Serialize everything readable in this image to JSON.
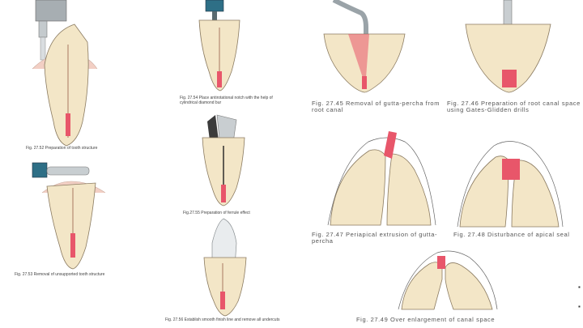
{
  "figures": [
    {
      "id": "fig-27-52",
      "caption": "Fig. 27.52 Preparation of tooth structure"
    },
    {
      "id": "fig-27-53",
      "caption": "Fig. 27.53 Removal of unsupported tooth structure"
    },
    {
      "id": "fig-27-54",
      "caption": "Fig. 27.54 Place antirotational notch with the help of cylindrical diamond bur"
    },
    {
      "id": "fig-27-55",
      "caption": "Fig.27.55 Preparation of ferrule effect"
    },
    {
      "id": "fig-27-56",
      "caption": "Fig. 27.56 Establish smooth finish line and remove all undercuts"
    },
    {
      "id": "fig-27-45",
      "caption": "Fig. 27.45 Removal of gutta-percha from root canal"
    },
    {
      "id": "fig-27-46",
      "caption": "Fig. 27.46 Preparation of root canal space using Gates-Glidden drills"
    },
    {
      "id": "fig-27-47",
      "caption": "Fig. 27.47 Periapical extrusion of gutta-percha"
    },
    {
      "id": "fig-27-48",
      "caption": "Fig. 27.48 Disturbance of apical seal"
    },
    {
      "id": "fig-27-49",
      "caption": "Fig. 27.49 Over enlargement of canal space"
    }
  ],
  "colors": {
    "dentin": "#f3e6c7",
    "gutta": "#e8566a",
    "outline": "#8a7a60",
    "instrument": "#9aa3a8",
    "bur_head": "#2e6f86"
  }
}
